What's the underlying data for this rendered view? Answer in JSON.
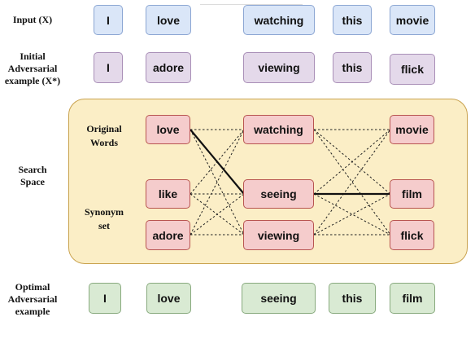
{
  "rows": {
    "input": {
      "label_lines": [
        "Input (X)"
      ],
      "tokens": [
        "I",
        "love",
        "watching",
        "this",
        "movie"
      ],
      "color": "#dae6f8"
    },
    "initial": {
      "label_lines": [
        "Initial",
        "Adversarial",
        "example (X*)"
      ],
      "tokens": [
        "I",
        "adore",
        "viewing",
        "this",
        "flick"
      ],
      "color": "#e4d9ea"
    },
    "optimal": {
      "label_lines": [
        "Optimal",
        "Adversarial",
        "example"
      ],
      "tokens": [
        "I",
        "love",
        "seeing",
        "this",
        "film"
      ],
      "color": "#d9ead3"
    }
  },
  "search_space": {
    "label_lines": [
      "Search",
      "Space"
    ],
    "original_words_label": [
      "Original",
      "Words"
    ],
    "synonym_set_label": [
      "Synonym",
      "set"
    ],
    "panel_color": "#fbeec6",
    "columns": [
      [
        "love",
        "like",
        "adore"
      ],
      [
        "watching",
        "seeing",
        "viewing"
      ],
      [
        "movie",
        "film",
        "flick"
      ]
    ],
    "node_color": "#f5cccc",
    "optimal_path": [
      "love",
      "seeing",
      "film"
    ]
  }
}
